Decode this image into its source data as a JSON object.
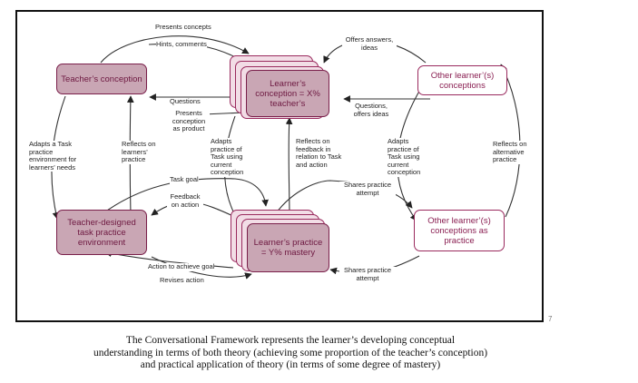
{
  "nodes": {
    "teacher_conception": "Teacher’s conception",
    "learner_conception": "Learner’s conception = X% teacher’s",
    "other_conceptions": "Other learner’(s) conceptions",
    "teacher_env": "Teacher-designed task practice environment",
    "learner_practice": "Learner’s practice = Y% mastery",
    "other_practice": "Other learner’(s) conceptions as practice"
  },
  "labels": {
    "presents_concepts": "Presents concepts",
    "hints_comments": "Hints, comments",
    "offers_answers": "Offers answers, ideas",
    "questions": "Questions",
    "presents_product": "Presents conception as product",
    "questions_offers": "Questions, offers ideas",
    "adapts_env": "Adapts a Task practice environment for learners’ needs",
    "reflects_learners": "Reflects on learners’ practice",
    "adapts_practice_left": "Adapts practice of Task using current conception",
    "reflects_feedback": "Reflects on feedback in relation to Task and action",
    "adapts_practice_right": "Adapts practice of Task using current conception",
    "reflects_alternative": "Reflects on alternative practice",
    "task_goal": "Task goal",
    "feedback_action": "Feedback on action",
    "shares_top": "Shares practice attempt",
    "action_goal": "Action to achieve goal",
    "revises_action": "Revises action",
    "shares_bottom": "Shares practice attempt"
  },
  "slide_number": "7",
  "caption": [
    "The Conversational Framework represents the learner’s developing conceptual",
    "understanding in terms of both theory (achieving some proportion of the teacher’s conception)",
    "and practical application of theory (in terms of some degree of mastery)"
  ],
  "colors": {
    "node_dark_fill": "#c9a6b4",
    "node_border": "#9a2a5e",
    "node_text": "#8a1f52",
    "stack_fill": "#f2dde6"
  }
}
